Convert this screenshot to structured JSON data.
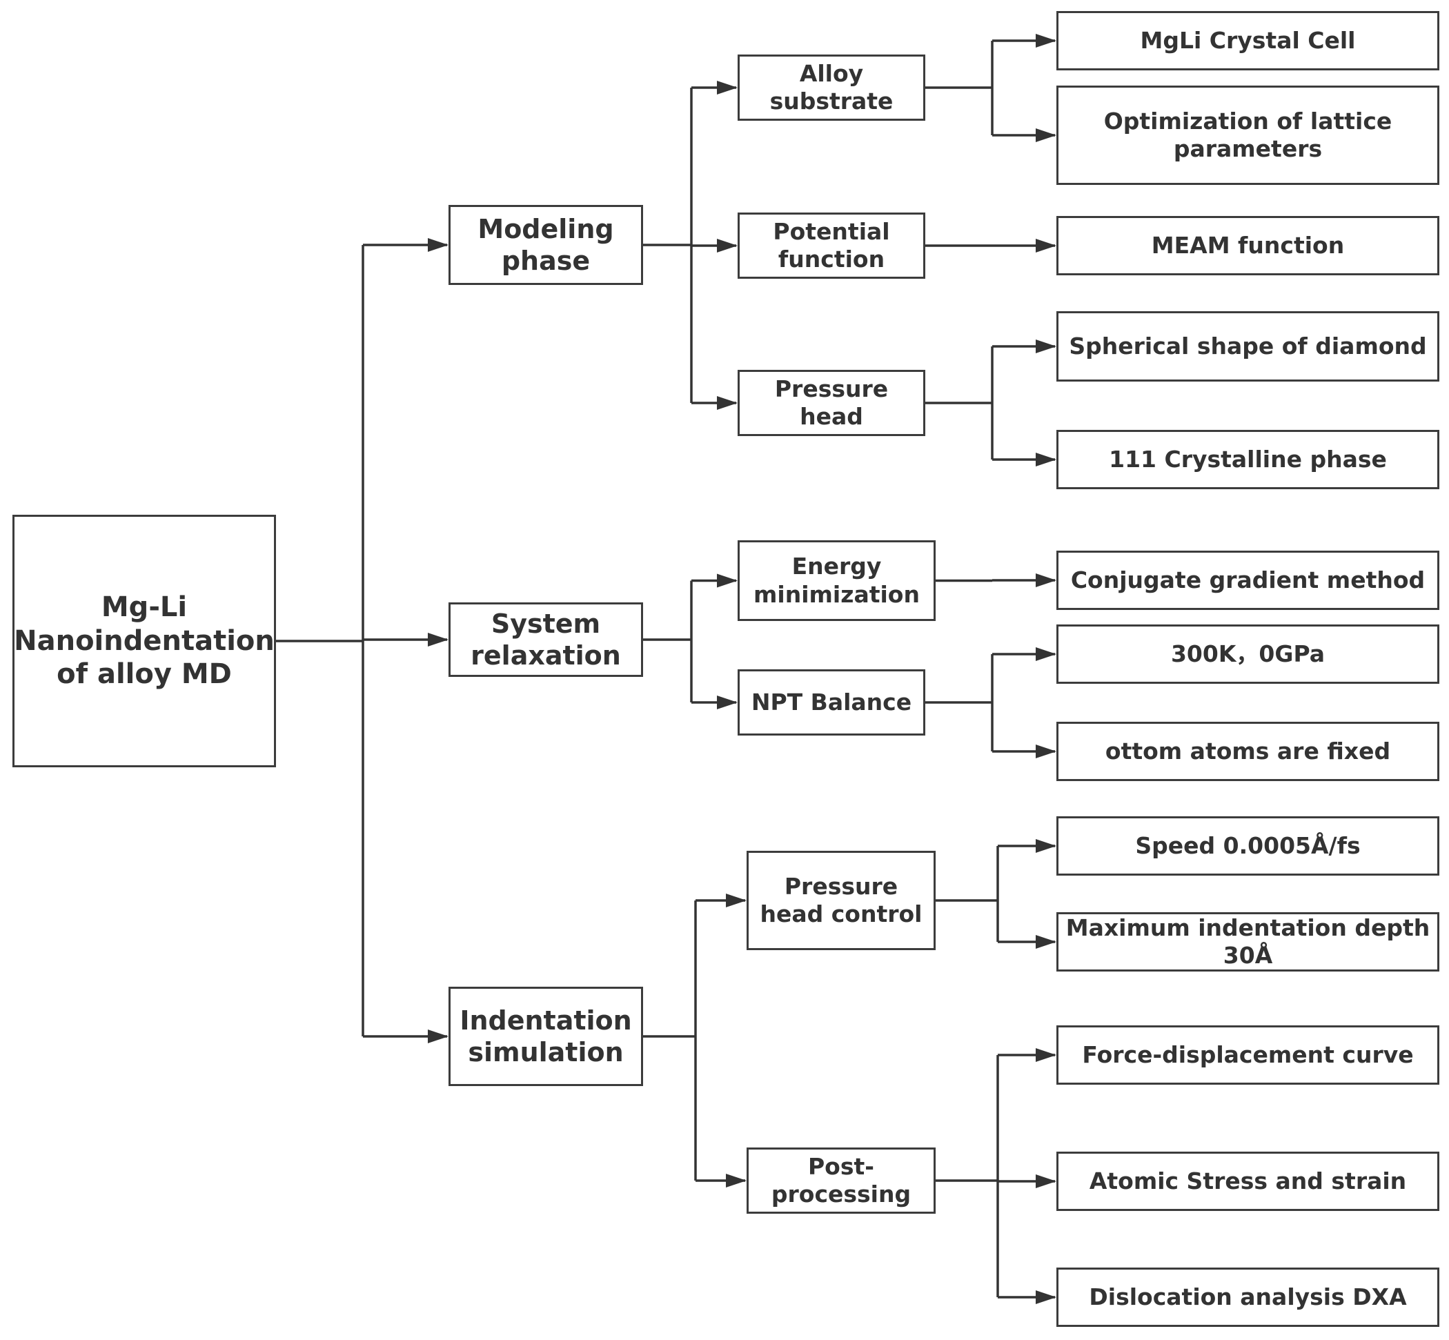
{
  "diagram": {
    "root": "Mg-Li Nanoindentation of alloy MD",
    "phases": [
      {
        "label": "Modeling phase",
        "steps": [
          {
            "label": "Alloy substrate",
            "details": [
              "MgLi Crystal Cell",
              "Optimization of lattice parameters"
            ]
          },
          {
            "label": "Potential function",
            "details": [
              "MEAM function"
            ]
          },
          {
            "label": "Pressure head",
            "details": [
              "Spherical shape of diamond",
              "111 Crystalline phase"
            ]
          }
        ]
      },
      {
        "label": "System relaxation",
        "steps": [
          {
            "label": "Energy minimization",
            "details": [
              "Conjugate gradient method"
            ]
          },
          {
            "label": "NPT Balance",
            "details": [
              "300K，0GPa",
              "ottom atoms are fixed"
            ]
          }
        ]
      },
      {
        "label": "Indentation simulation",
        "steps": [
          {
            "label": "Pressure head control",
            "details": [
              "Speed 0.0005Å/fs",
              "Maximum indentation depth 30Å"
            ]
          },
          {
            "label": "Post-processing",
            "details": [
              "Force-displacement curve",
              "Atomic Stress and strain",
              "Dislocation analysis DXA"
            ]
          }
        ]
      }
    ]
  }
}
